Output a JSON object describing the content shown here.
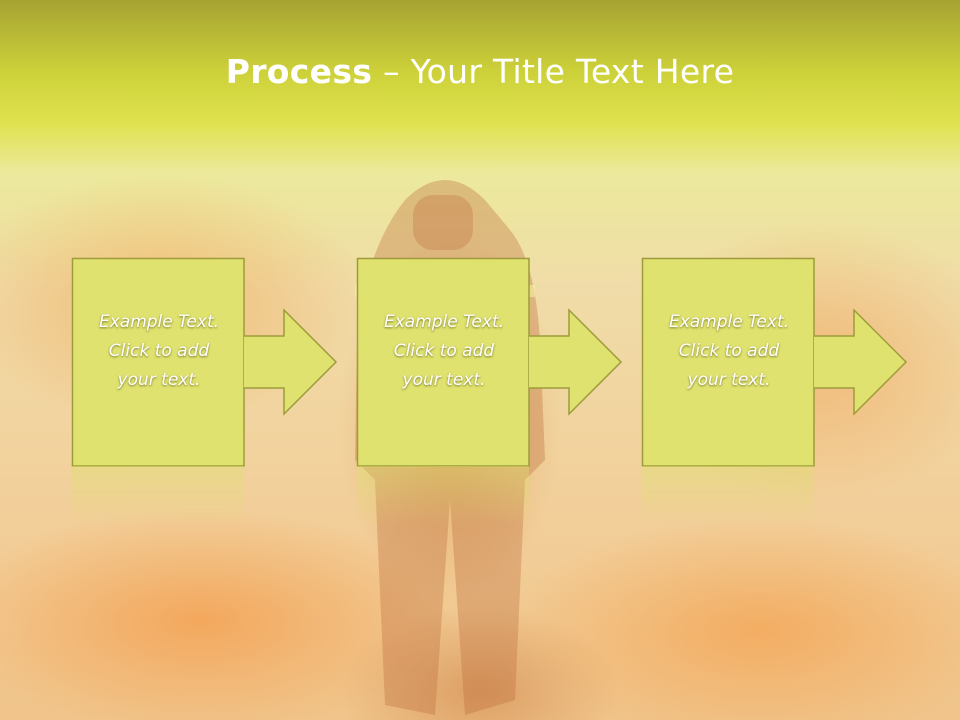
{
  "title": {
    "bold": "Process",
    "rest": " – Your Title Text Here"
  },
  "steps": [
    {
      "text": "Example Text.\nClick  to add\nyour text."
    },
    {
      "text": "Example Text.\nClick  to add\nyour text."
    },
    {
      "text": "Example Text.\nClick  to add\nyour text."
    }
  ],
  "colors": {
    "box_fill": "#e0e26f",
    "box_border": "#9e9c3a",
    "header_band": "#d9dc3e",
    "text": "#ffffff"
  }
}
